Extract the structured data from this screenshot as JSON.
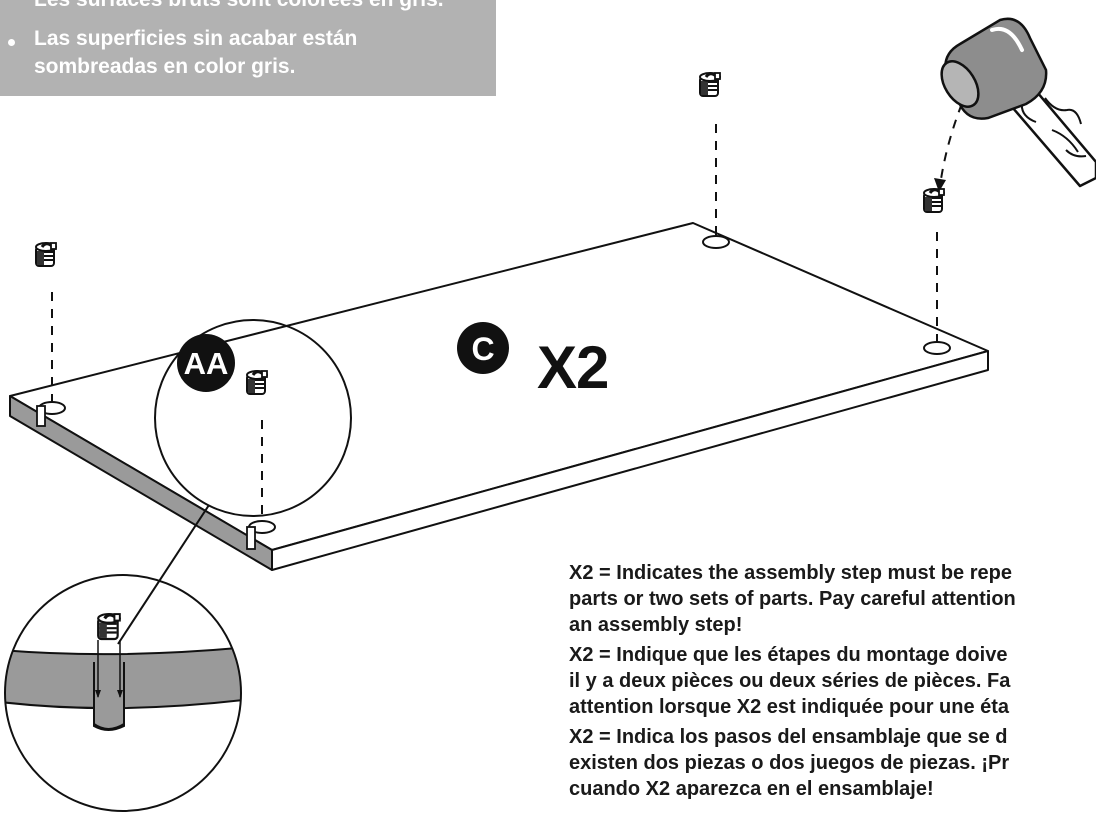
{
  "notes": {
    "line0": "Les surfaces bruts sont colorées en gris.",
    "line1": "Las superficies sin acabar están",
    "line2": "sombreadas en color gris."
  },
  "part_letter": "C",
  "quantity": "X2",
  "hardware_label": "AA",
  "descriptions": {
    "en_1": "X2 = Indicates the assembly step must be repe",
    "en_2": "parts or two sets of parts. Pay careful attention",
    "en_3": "an assembly step!",
    "fr_1": "X2 = Indique que les étapes du montage doive",
    "fr_2": "il y a deux pièces ou deux séries de pièces. Fa",
    "fr_3": "attention lorsque X2 est indiquée pour une éta",
    "es_1": "X2 = Indica los pasos del ensamblaje que se d",
    "es_2": "existen dos piezas o dos juegos de piezas. ¡Pr",
    "es_3": "cuando X2 aparezca en el ensamblaje!"
  },
  "colors": {
    "note_background": "#b2b2b2",
    "panel_edge": "#9a9a9a",
    "line_art": "#111111"
  },
  "icons": [
    "cam-lock-insert-icon",
    "mallet-icon"
  ]
}
